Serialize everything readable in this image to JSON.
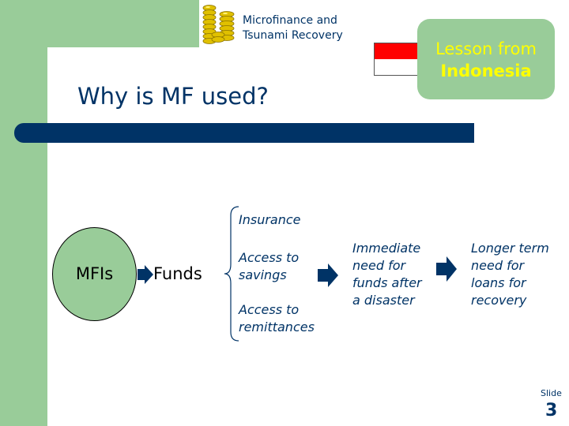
{
  "header": {
    "line1": "Microfinance and",
    "line2": "Tsunami Recovery"
  },
  "lesson_box": {
    "line1": "Lesson from",
    "line2": "Indonesia"
  },
  "flag_colors": {
    "top": "#ff0000",
    "bottom": "#ffffff"
  },
  "title": "Why is MF used?",
  "diagram": {
    "source": "MFIs",
    "output": "Funds",
    "uses": [
      [
        "Insurance"
      ],
      [
        "Access to",
        "savings"
      ],
      [
        "Access to",
        "remittances"
      ]
    ],
    "need": [
      "Immediate",
      "need for",
      "funds after",
      "a disaster"
    ],
    "longer_term": [
      "Longer term",
      "need for",
      "loans for",
      "recovery"
    ]
  },
  "slide": {
    "label": "Slide",
    "number": "3"
  },
  "colors": {
    "accent_green": "#99cc99",
    "navy": "#003366",
    "yellow_text": "#ffff00"
  }
}
